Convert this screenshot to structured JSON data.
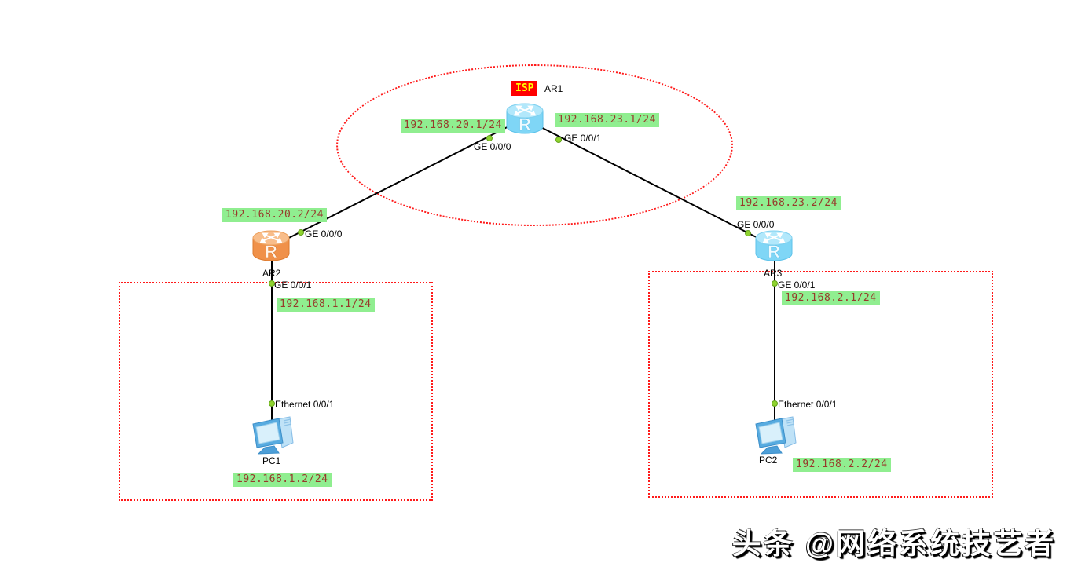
{
  "devices": {
    "ar1": {
      "name": "AR1",
      "badge": "ISP",
      "type": "router"
    },
    "ar2": {
      "name": "AR2",
      "type": "router"
    },
    "ar3": {
      "name": "AR3",
      "type": "router"
    },
    "pc1": {
      "name": "PC1",
      "type": "pc"
    },
    "pc2": {
      "name": "PC2",
      "type": "pc"
    }
  },
  "icon_letter": "R",
  "interfaces": {
    "ar1_ge000": "GE 0/0/0",
    "ar1_ge001": "GE 0/0/1",
    "ar2_ge000": "GE 0/0/0",
    "ar2_ge001": "GE 0/0/1",
    "ar3_ge000": "GE 0/0/0",
    "ar3_ge001": "GE 0/0/1",
    "pc1_eth": "Ethernet 0/0/1",
    "pc2_eth": "Ethernet 0/0/1"
  },
  "ips": {
    "ar1_ge000": "192.168.20.1/24",
    "ar1_ge001": "192.168.23.1/24",
    "ar2_ge000": "192.168.20.2/24",
    "ar2_ge001": "192.168.1.1/24",
    "ar3_ge000": "192.168.23.2/24",
    "ar3_ge001": "192.168.2.1/24",
    "pc1": "192.168.1.2/24",
    "pc2": "192.168.2.2/24"
  },
  "links": [
    {
      "from": "AR1",
      "to": "AR2"
    },
    {
      "from": "AR1",
      "to": "AR3"
    },
    {
      "from": "AR2",
      "to": "PC1"
    },
    {
      "from": "AR3",
      "to": "PC2"
    }
  ],
  "watermark": "头条 @网络系统技艺者",
  "colors": {
    "zone_border": "#ff1a1a",
    "link": "#000000",
    "port_dot": "#8fd32f",
    "ip_label_bg": "#90EE90",
    "ip_label_text": "#97392b",
    "isp_bg": "#ff0000",
    "isp_text": "#ffff00",
    "router_blue": "#7fd6f6",
    "router_blue_top": "#b2e8fb",
    "router_orange": "#f0914a",
    "router_orange_top": "#f8bd8a",
    "pc_blue": "#5aace0"
  }
}
